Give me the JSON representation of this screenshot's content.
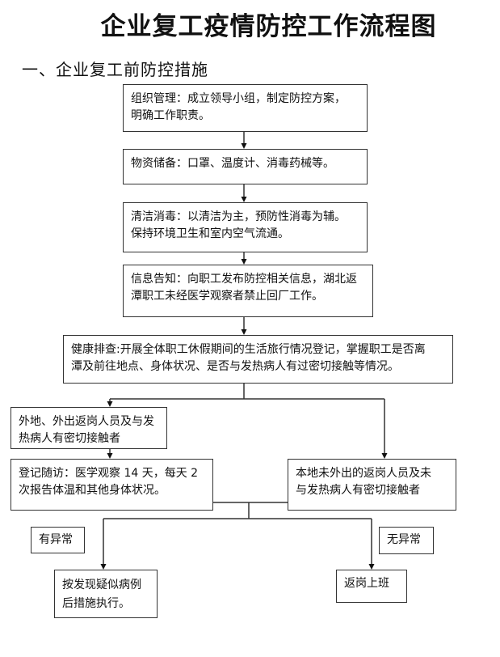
{
  "title": "企业复工疫情防控工作流程图",
  "section_heading": "一、企业复工前防控措施",
  "steps": {
    "organization": [
      "组织管理：成立领导小组，制定防控方案，",
      "明确工作职责。"
    ],
    "supplies": [
      "物资储备：口罩、温度计、消毒药械等。"
    ],
    "disinfection": [
      "清洁消毒：以清洁为主，预防性消毒为辅。",
      "保持环境卫生和室内空气流通。"
    ],
    "notification": [
      "信息告知：向职工发布防控相关信息，湖北返",
      "潭职工未经医学观察者禁止回厂工作。"
    ],
    "health_check": [
      "健康排查:开展全体职工休假期间的生活旅行情况登记，掌握职工是否离",
      "潭及前往地点、身体状况、是否与发热病人有过密切接触等情况。"
    ],
    "outside_staff": [
      "外地、外出返岗人员及与发",
      "热病人有密切接触者"
    ],
    "follow_up": [
      "登记随访：医学观察 14 天，每天 2",
      "次报告体温和其他身体状况。"
    ],
    "local_staff": [
      "本地未外出的返岗人员及未",
      "与发热病人有密切接触者"
    ],
    "suspected_case": [
      "按发现疑似病例",
      "后措施执行。"
    ],
    "return_to_work": [
      "返岗上班"
    ]
  },
  "branch_labels": {
    "abnormal": "有异常",
    "normal": "无异常"
  }
}
